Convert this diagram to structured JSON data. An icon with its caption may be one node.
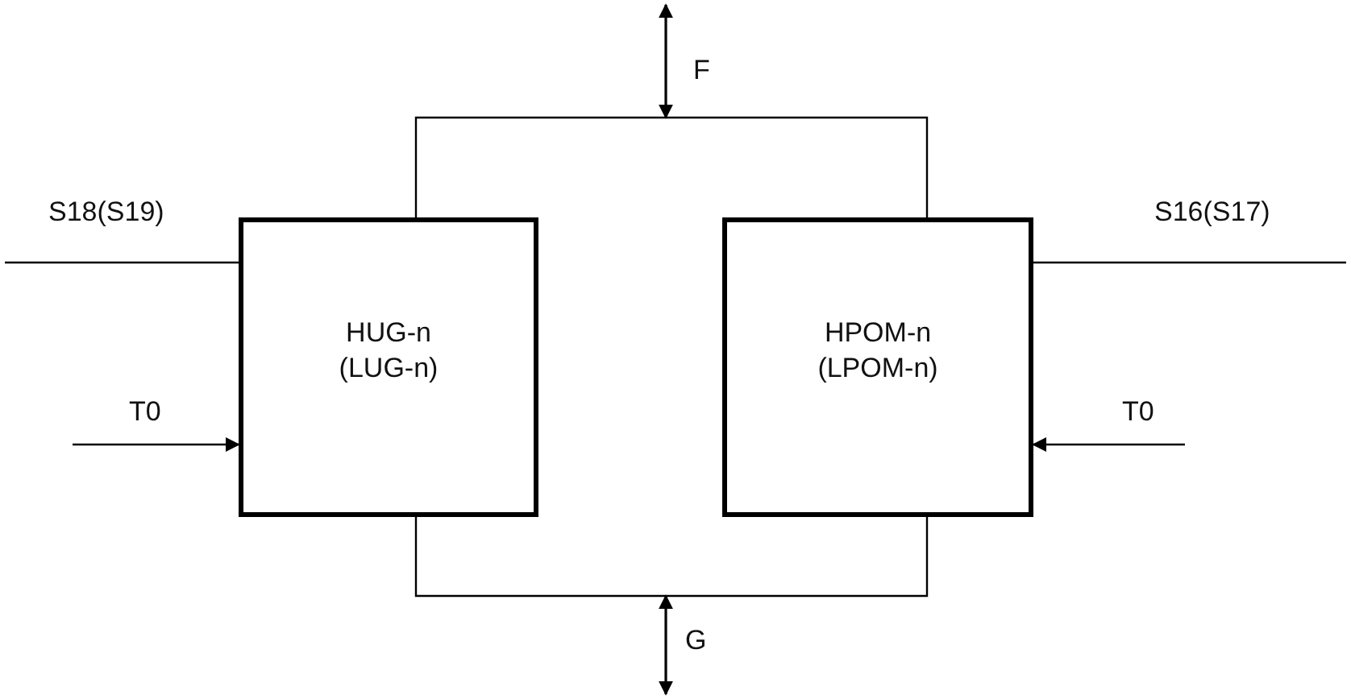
{
  "diagram": {
    "nodes": [
      {
        "text": [
          "HUG-n (LUG-n)"
        ]
      },
      {
        "text": [
          "HPOM-n (LPOM-n)"
        ]
      }
    ],
    "edges": [
      {
        "from": 0,
        "to": 1,
        "arrow": "none"
      },
      {
        "from": 0,
        "to": 1,
        "arrow": "none"
      },
      {
        "from": null,
        "to": 0,
        "arrow": "none",
        "label": "S18(S19)"
      },
      {
        "from": 1,
        "to": null,
        "arrow": "none",
        "label": "S16(S17)"
      },
      {
        "from": null,
        "to": 0,
        "arrow": "to",
        "label": "T0"
      },
      {
        "from": null,
        "to": 1,
        "arrow": "to",
        "label": "T0"
      }
    ],
    "labels": [
      "F",
      "G"
    ]
  }
}
